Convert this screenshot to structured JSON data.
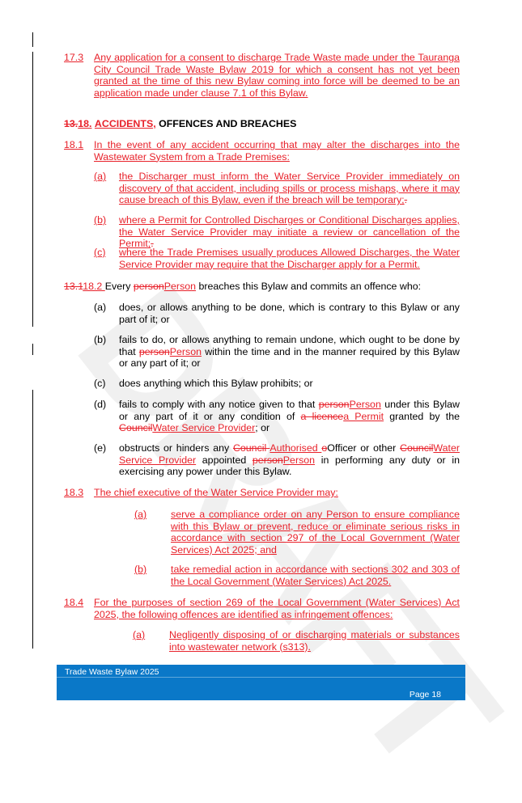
{
  "watermark": "DRAFT",
  "p17_3": {
    "num": "17.3",
    "text": "Any application for a consent to discharge Trade Waste made under the Tauranga City Council Trade Waste Bylaw 2019 for which a consent has not yet been granted at the time of this new Bylaw coming into force will be deemed to be an application made under clause 7.1 of this Bylaw."
  },
  "heading": {
    "num_del": "13.",
    "num_ins": "18.",
    "title_ins": "ACCIDENTS,",
    "title": " OFFENCES AND BREACHES"
  },
  "p18_1": {
    "num": "18.1",
    "text": "In the event of any accident occurring that may alter the discharges into the Wastewater System from a Trade Premises:",
    "items": [
      {
        "label": "(a)",
        "text": "the Discharger must inform the Water Service Provider immediately on discovery of that accident, including spills or process mishaps, where it may cause breach of this Bylaw, even if the breach will be temporary;",
        "end_del": "."
      },
      {
        "label": "(b)",
        "text": "where a Permit for Controlled Discharges or Conditional Discharges applies, the Water Service Provider may initiate a review or cancellation of the Permit;",
        "end_del": "."
      },
      {
        "label": "(c)",
        "text": "where the Trade Premises usually produces Allowed Discharges, the Water Service Provider may require that the Discharger apply for a Permit."
      }
    ]
  },
  "p18_2": {
    "num_del": "13.1",
    "num_ins": "18.2 ",
    "lead": "Every ",
    "person_del": "person",
    "person_ins": "Person",
    "rest": " breaches this Bylaw and commits an offence who:",
    "a": {
      "label": "(a)",
      "text": "does, or allows anything to be done, which is contrary to this Bylaw or any part of it; or"
    },
    "b": {
      "label": "(b)",
      "t1": "fails to do, or allows anything to remain undone, which ought to be done by that ",
      "del1": "person",
      "ins1": "Person",
      "t2": " within the time and in the manner required by this Bylaw or any part of it; or"
    },
    "c": {
      "label": "(c)",
      "text": "does anything which this Bylaw prohibits; or"
    },
    "d": {
      "label": "(d)",
      "t1": "fails to comply with any notice given to that ",
      "del1": "person",
      "ins1": "Person",
      "t2": " under this Bylaw or any part of it or any condition of ",
      "del2": "a licence",
      "ins2": "a Permit",
      "t3": " granted by the ",
      "del3": "Council",
      "ins3": "Water Service Provider",
      "t4": "; or"
    },
    "e": {
      "label": "(e)",
      "t1": "obstructs or hinders any ",
      "del1": "Council ",
      "ins1": "Authorised ",
      "del2": "o",
      "t2": "Officer or other ",
      "del3": "Council",
      "ins3": "Water Service Provider",
      "t3": " appointed ",
      "del4": "person",
      "ins4": "Person",
      "t4": " in performing any duty or in exercising any power under this Bylaw."
    }
  },
  "p18_3": {
    "num": "18.3",
    "text": "The chief executive of the Water Service Provider may:",
    "items": [
      {
        "label": "(a)",
        "text": "serve a compliance order on any Person to ensure compliance with this Bylaw or prevent, reduce or eliminate serious risks in accordance with section 297 of the Local Government (Water Services) Act 2025; and"
      },
      {
        "label": "(b)",
        "text": "take remedial action in accordance with sections 302 and 303 of the Local Government (Water Services) Act 2025."
      }
    ]
  },
  "p18_4": {
    "num": "18.4",
    "text": "For the purposes of section 269 of the Local Government (Water Services) Act 2025, the following offences are identified as infringement offences:",
    "items": [
      {
        "label": "(a)",
        "text": "Negligently disposing of or discharging materials or substances into wastewater network (s313)."
      }
    ]
  },
  "footer": {
    "title": "Trade Waste Bylaw 2025",
    "page": "Page 18"
  }
}
